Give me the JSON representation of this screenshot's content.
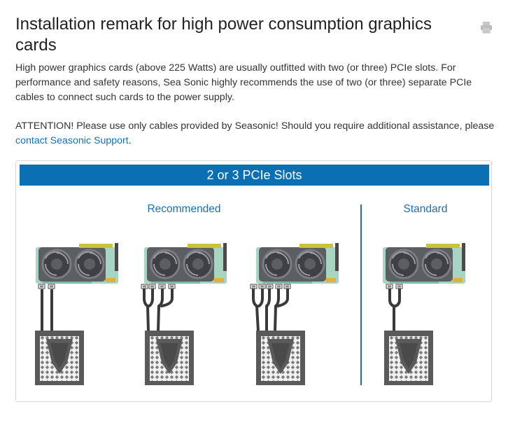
{
  "page": {
    "title": "Installation remark for high power consumption graphics cards",
    "print_icon": "printer-icon",
    "paragraph1": "High power graphics cards (above 225 Watts) are usually outfitted with two (or three) PCIe slots. For performance and safety reasons, Sea Sonic highly recommends the use of two (or three) separate PCIe cables to connect such cards to the power supply.",
    "paragraph2_prefix": "ATTENTION! Please use only cables provided by Seasonic! Should you require additional assistance, please ",
    "paragraph2_link": "contact Seasonic Support",
    "paragraph2_suffix": "."
  },
  "figure": {
    "banner": "2 or 3 PCIe Slots",
    "recommended_label": "Recommended",
    "standard_label": "Standard",
    "colors": {
      "banner": "#0a6fb3",
      "accent_text": "#1a6fb5",
      "card_pcb": "#a8d4c3",
      "card_shroud": "#5b5e63",
      "fan": "#3e4045",
      "psu": "#5a5a5a",
      "cable": "#3a3a3a"
    }
  }
}
